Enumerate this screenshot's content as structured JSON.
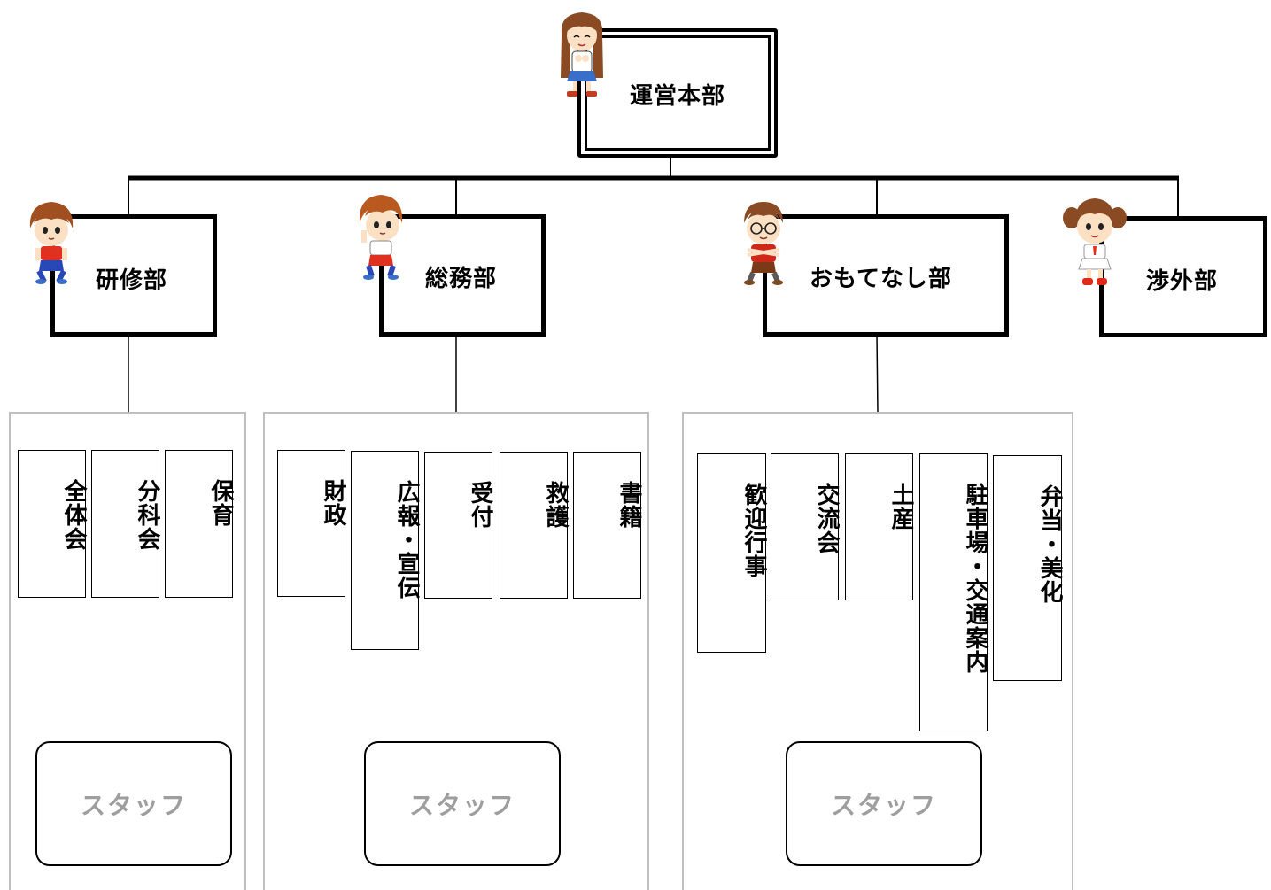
{
  "hq": {
    "label": "運営本部"
  },
  "departments": [
    {
      "label": "研修部"
    },
    {
      "label": "総務部"
    },
    {
      "label": "おもてなし部"
    },
    {
      "label": "渉外部"
    }
  ],
  "groups": [
    {
      "tasks": [
        "全体会",
        "分科会",
        "保育"
      ],
      "staff_label": "スタッフ"
    },
    {
      "tasks": [
        "財政",
        "広報・宣伝",
        "受付",
        "救護",
        "書籍"
      ],
      "staff_label": "スタッフ"
    },
    {
      "tasks": [
        "歓迎行事",
        "交流会",
        "土産",
        "駐車場・交通案内",
        "弁当・美化"
      ],
      "staff_label": "スタッフ"
    }
  ],
  "colors": {
    "line": "#000000",
    "group_border": "#c0c0c0",
    "staff_text": "#9e9e9e"
  },
  "icons": [
    "girl-long-hair-icon",
    "boy-red-shirt-icon",
    "boy-pointing-icon",
    "boy-glasses-icon",
    "girl-pigtails-icon"
  ]
}
